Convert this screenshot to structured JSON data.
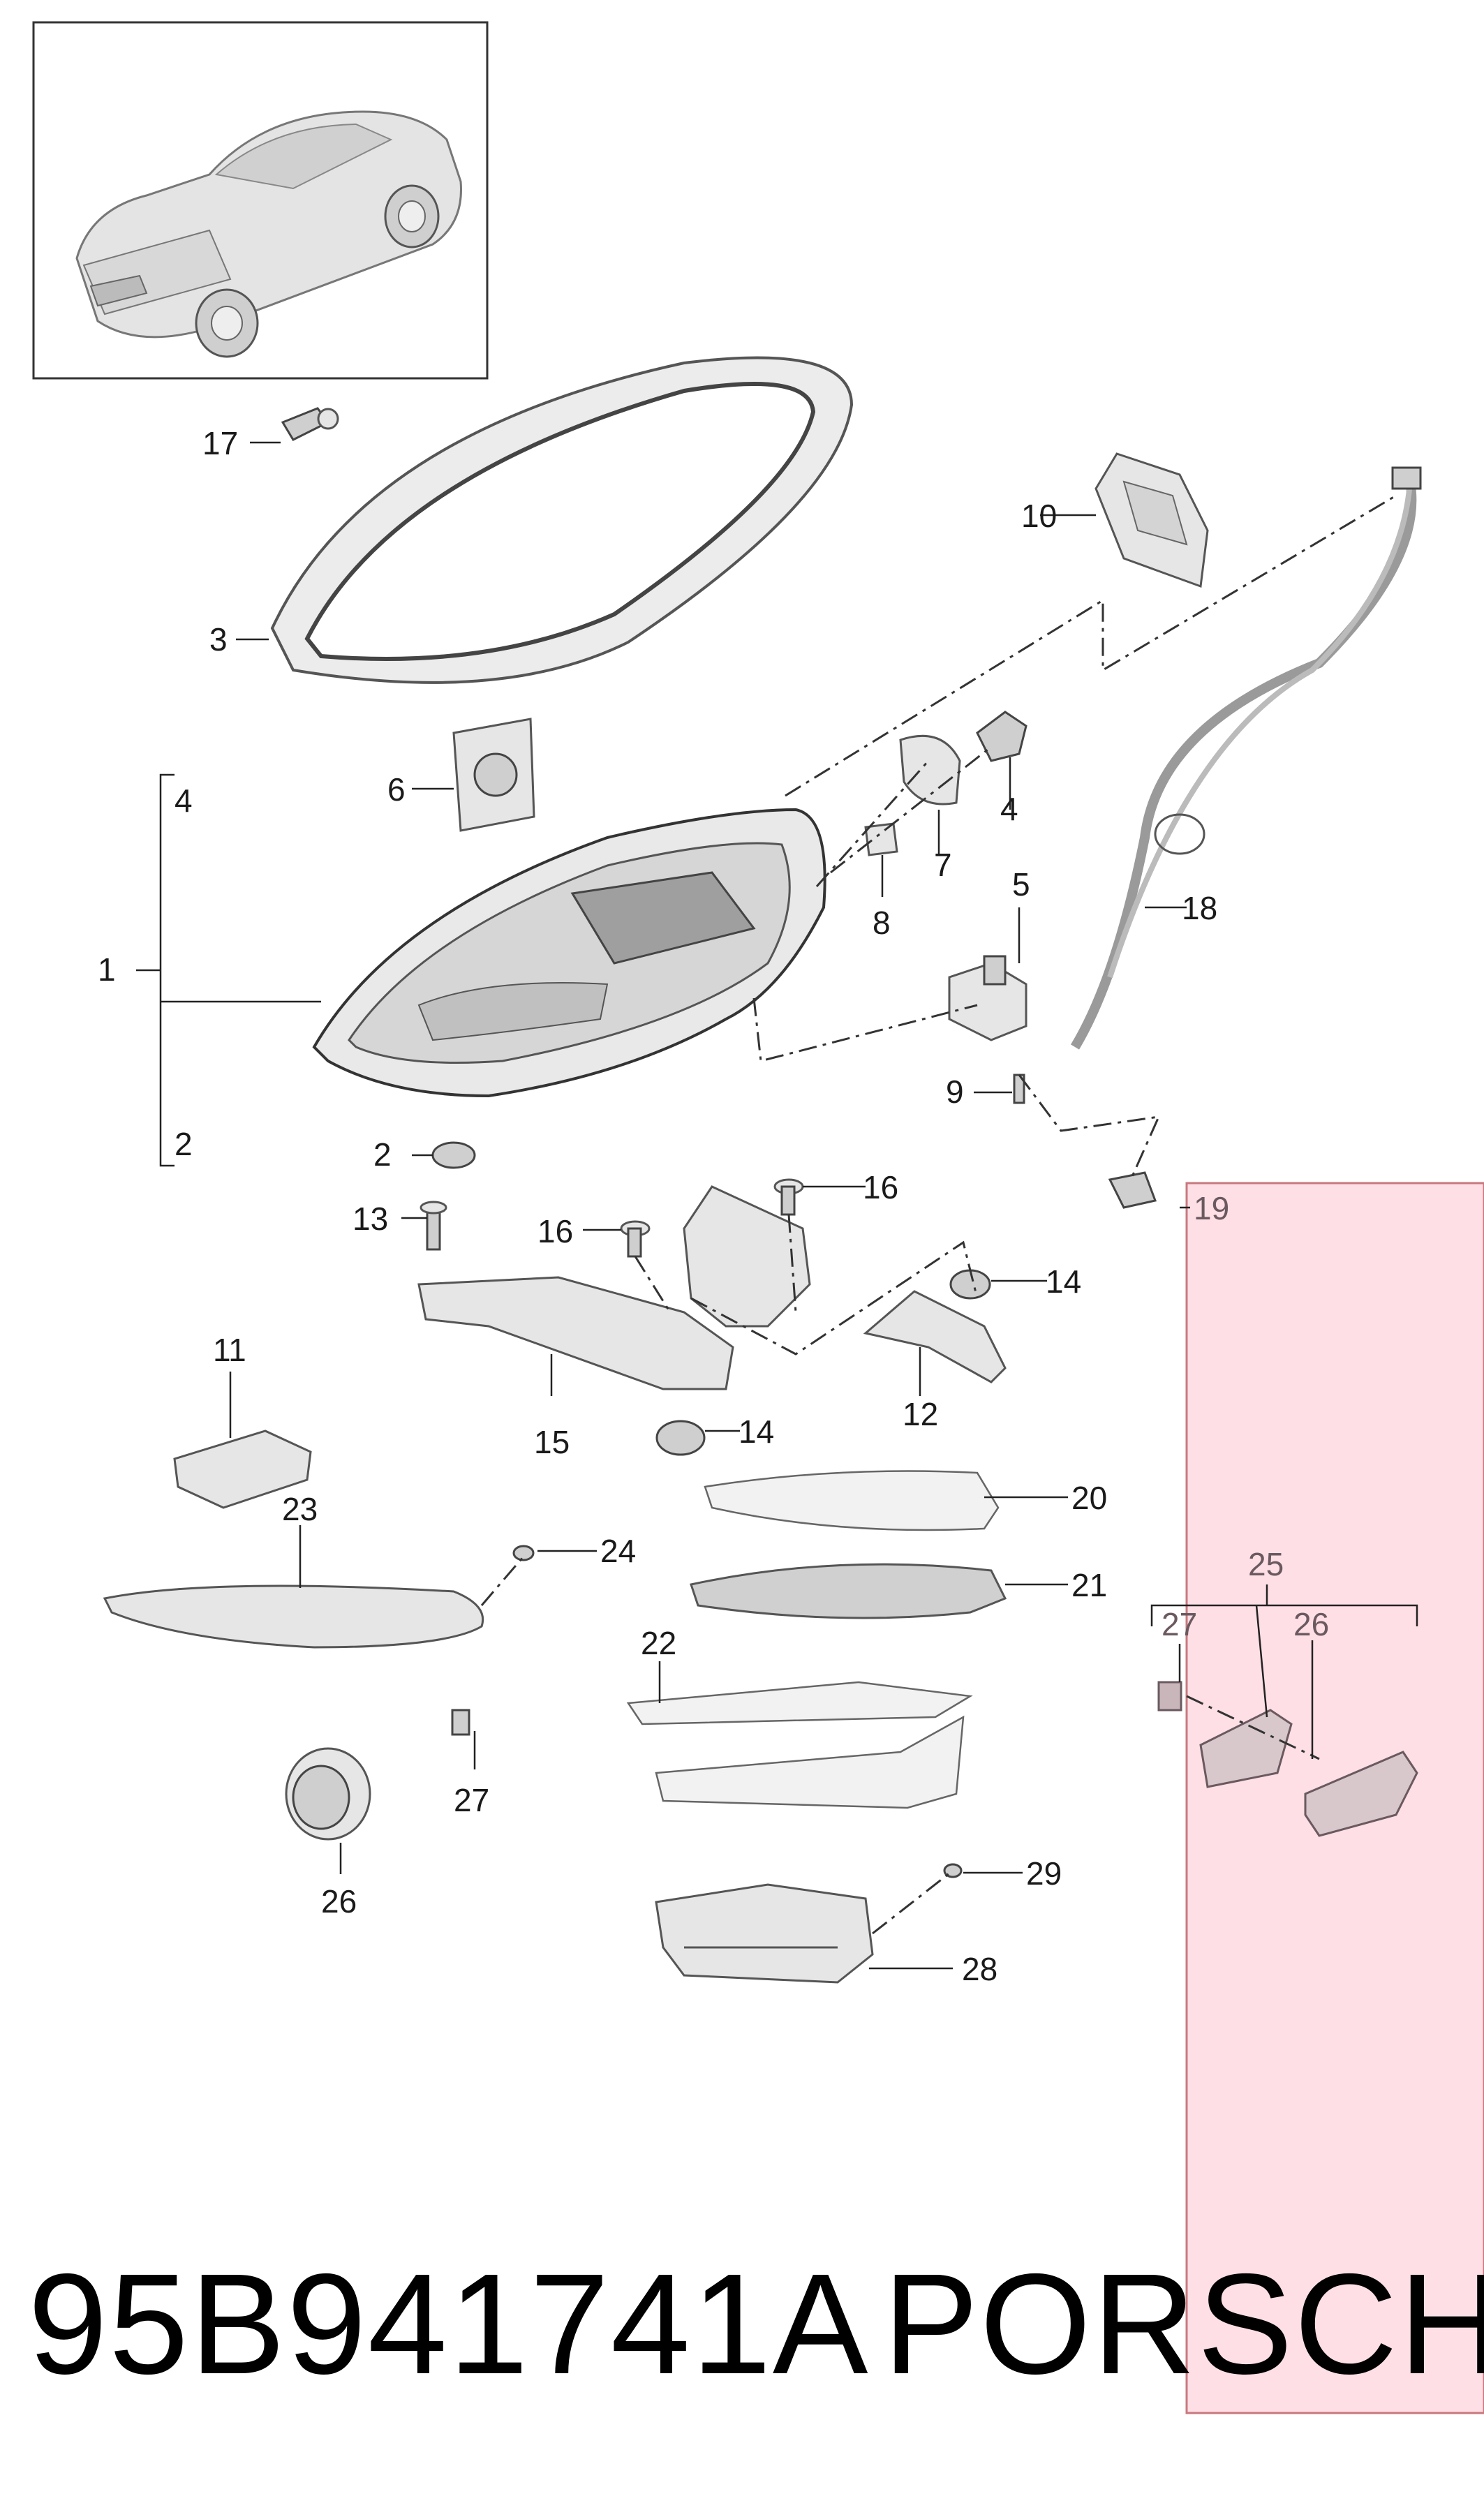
{
  "callouts": {
    "c1": "1",
    "c2a": "2",
    "c2b": "2",
    "c3": "3",
    "c4a": "4",
    "c4b": "4",
    "c5": "5",
    "c6": "6",
    "c7": "7",
    "c8": "8",
    "c9": "9",
    "c10": "10",
    "c11": "11",
    "c12": "12",
    "c13": "13",
    "c14a": "14",
    "c14b": "14",
    "c15": "15",
    "c16a": "16",
    "c16b": "16",
    "c17": "17",
    "c18": "18",
    "c19": "19",
    "c20": "20",
    "c21": "21",
    "c22": "22",
    "c23": "23",
    "c24": "24",
    "c25": "25",
    "c26a": "26",
    "c26b": "26",
    "c27a": "27",
    "c27b": "27",
    "c28": "28",
    "c29": "29"
  },
  "caption": {
    "part_number": "95B941741A",
    "brand": "PORSCHE"
  },
  "colors": {
    "highlight_fill": "#ffdfe6",
    "highlight_border": "#c8797e"
  }
}
